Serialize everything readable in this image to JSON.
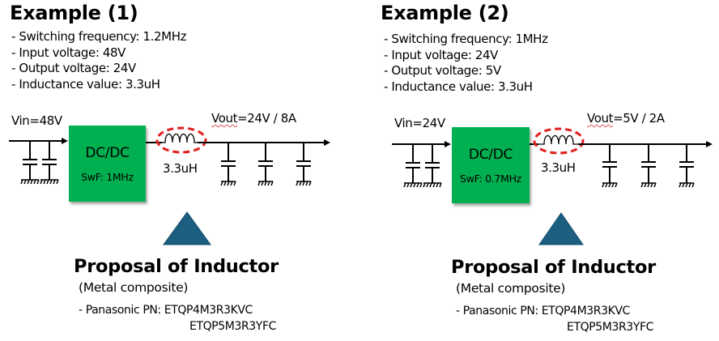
{
  "colors": {
    "dcdc_fill": "#00b050",
    "inductor_highlight": "#e02020",
    "triangle_fill": "#1b5e80",
    "wire": "#000000"
  },
  "examples": [
    {
      "title": "Example (1)",
      "specs": [
        "- Switching frequency: 1.2MHz",
        "- Input voltage: 48V",
        "- Output voltage: 24V",
        "- Inductance value: 3.3uH"
      ],
      "circuit": {
        "vin_label": "Vin=48V",
        "vout_label": "Vout",
        "vout_rest": "=24V / 8A",
        "dcdc_label": "DC/DC",
        "swf_label": "SwF: 1MHz",
        "inductor_label": "3.3uH",
        "input_caps": 2,
        "output_caps": 3
      },
      "proposal": {
        "heading": "Proposal of Inductor",
        "type": "(Metal composite)",
        "pn_label": "- Panasonic PN: ETQP4M3R3KVC",
        "pn_second": "ETQP5M3R3YFC"
      }
    },
    {
      "title": "Example (2)",
      "specs": [
        "- Switching frequency: 1MHz",
        "- Input voltage: 24V",
        "- Output voltage: 5V",
        "- Inductance value: 3.3uH"
      ],
      "circuit": {
        "vin_label": "Vin=24V",
        "vout_label": "Vout",
        "vout_rest": "=5V / 2A",
        "dcdc_label": "DC/DC",
        "swf_label": "SwF: 0.7MHz",
        "inductor_label": "3.3uH",
        "input_caps": 2,
        "output_caps": 3
      },
      "proposal": {
        "heading": "Proposal of Inductor",
        "type": "(Metal composite)",
        "pn_label": "- Panasonic PN: ETQP4M3R3KVC",
        "pn_second": "ETQP5M3R3YFC"
      }
    }
  ]
}
